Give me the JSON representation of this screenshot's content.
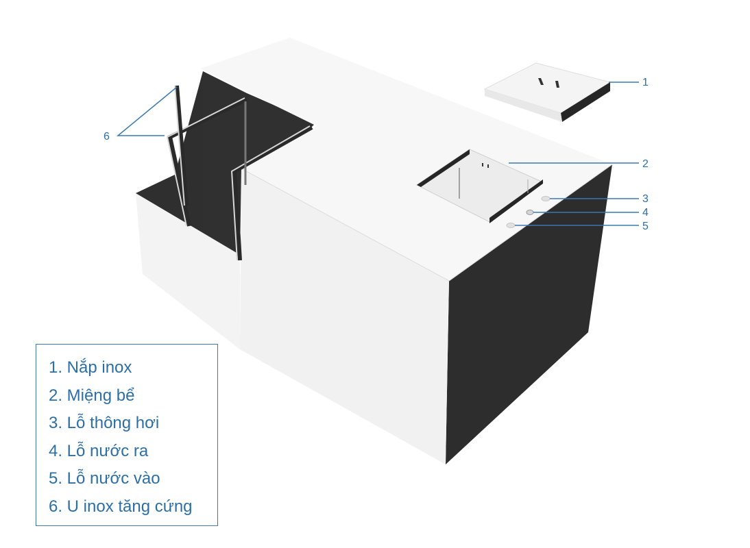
{
  "callouts": [
    {
      "number": "1"
    },
    {
      "number": "2"
    },
    {
      "number": "3"
    },
    {
      "number": "4"
    },
    {
      "number": "5"
    },
    {
      "number": "6"
    }
  ],
  "legend": {
    "items": [
      "1. Nắp inox",
      "2. Miệng bể",
      "3. Lỗ thông hơi",
      "4. Lỗ nước ra",
      "5. Lỗ nước vào",
      "6. U inox tăng cứng"
    ]
  },
  "colors": {
    "accent": "#2c6fa6",
    "dark_face": "#2d2d2d",
    "light_face": "#f3f3f3",
    "top_face": "#f7f7f7"
  }
}
